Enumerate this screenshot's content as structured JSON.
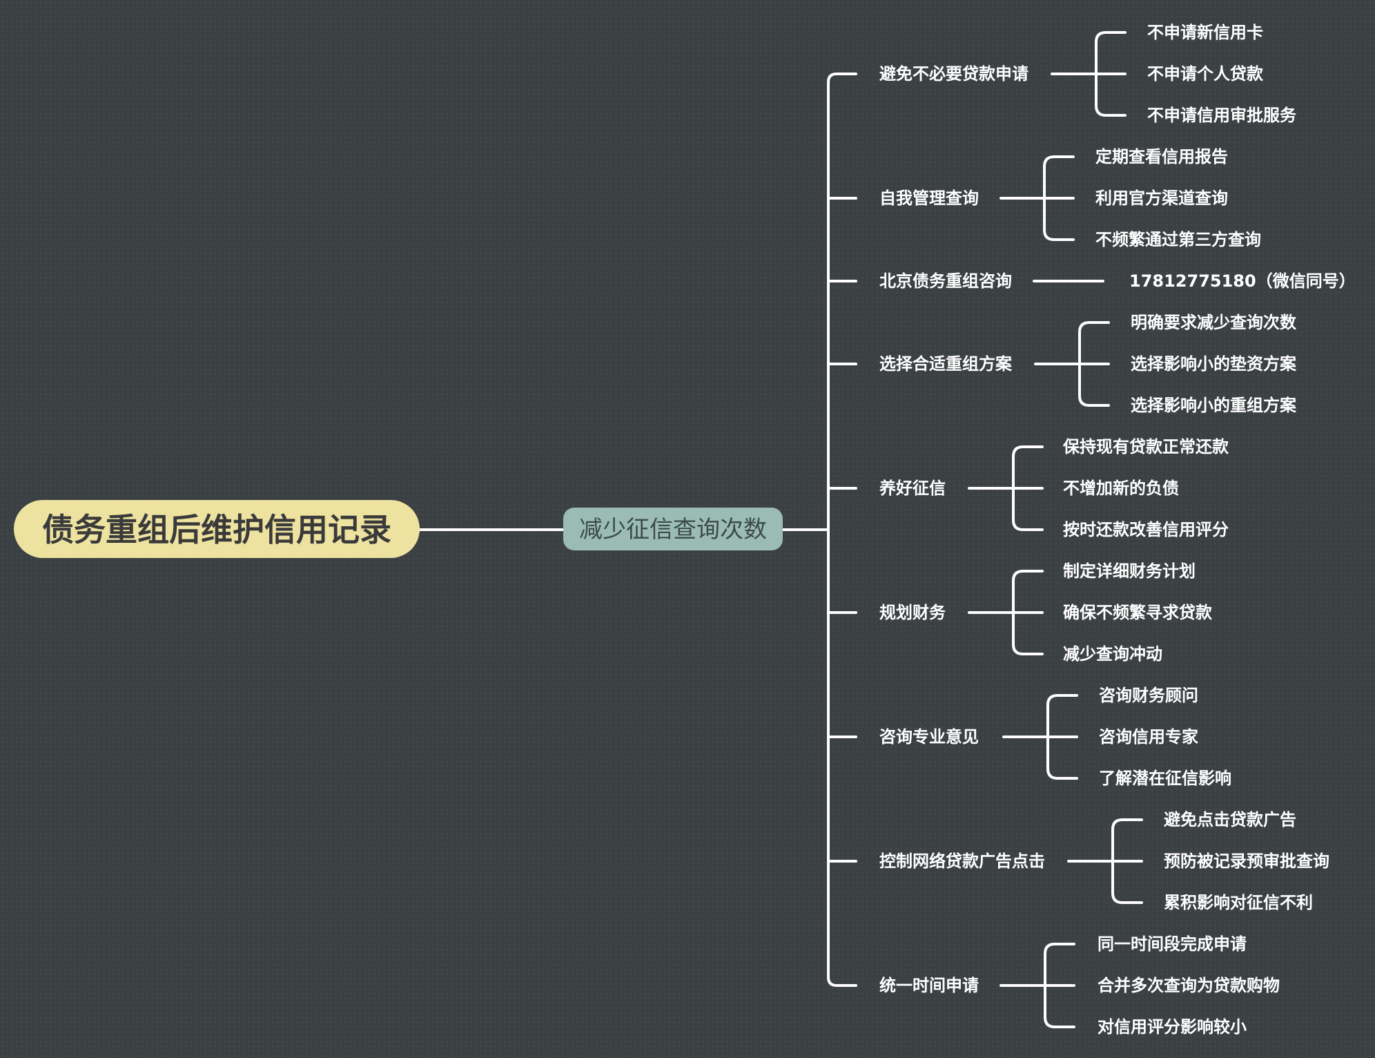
{
  "root": {
    "label": "债务重组后维护信用记录",
    "color": "#ede29f"
  },
  "main": {
    "label": "减少征信查询次数",
    "color": "#9bbcb5"
  },
  "branches": [
    {
      "label": "避免不必要贷款申请",
      "children": [
        "不申请新信用卡",
        "不申请个人贷款",
        "不申请信用审批服务"
      ]
    },
    {
      "label": "自我管理查询",
      "children": [
        "定期查看信用报告",
        "利用官方渠道查询",
        "不频繁通过第三方查询"
      ]
    },
    {
      "label": "北京债务重组咨询",
      "children": [
        "17812775180（微信同号）"
      ]
    },
    {
      "label": "选择合适重组方案",
      "children": [
        "明确要求减少查询次数",
        "选择影响小的垫资方案",
        "选择影响小的重组方案"
      ]
    },
    {
      "label": "养好征信",
      "children": [
        "保持现有贷款正常还款",
        "不增加新的负债",
        "按时还款改善信用评分"
      ]
    },
    {
      "label": "规划财务",
      "children": [
        "制定详细财务计划",
        "确保不频繁寻求贷款",
        "减少查询冲动"
      ]
    },
    {
      "label": "咨询专业意见",
      "children": [
        "咨询财务顾问",
        "咨询信用专家",
        "了解潜在征信影响"
      ]
    },
    {
      "label": "控制网络贷款广告点击",
      "children": [
        "避免点击贷款广告",
        "预防被记录预审批查询",
        "累积影响对征信不利"
      ]
    },
    {
      "label": "统一时间申请",
      "children": [
        "同一时间段完成申请",
        "合并多次查询为贷款购物",
        "对信用评分影响较小"
      ]
    }
  ]
}
